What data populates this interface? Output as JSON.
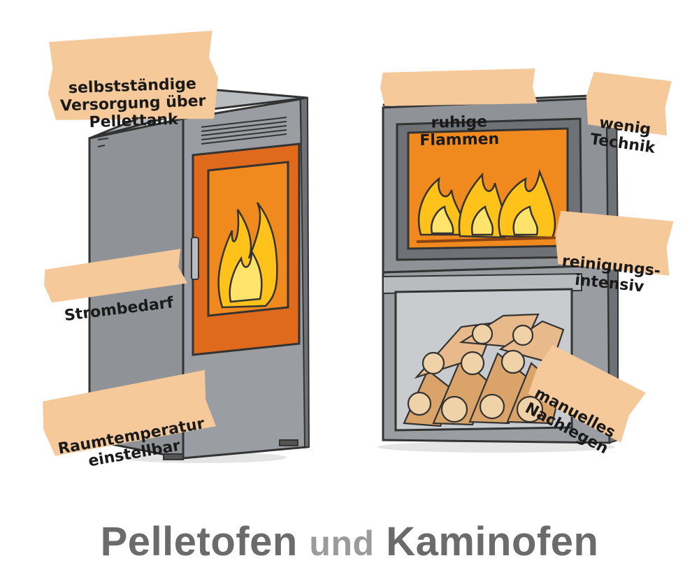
{
  "colors": {
    "tag": "#f5c99a",
    "steel": "#8f9397",
    "steel_light": "#b8bcbf",
    "frame": "#6e7276",
    "orange": "#e06a1c",
    "fire_bg": "#f08a1e",
    "flame_yellow": "#ffd21f",
    "wood": "#d9a36a",
    "title": "#6b6b6b",
    "title_light": "#9b9b9b"
  },
  "left_stove": {
    "labels": {
      "pellet_tank": "selbstständige\nVersorgung über\nPellettank",
      "power": "Strombedarf",
      "room_temp": "Raumtemperatur\neinstellbar"
    }
  },
  "right_stove": {
    "labels": {
      "calm_flames": "ruhige Flammen",
      "little_tech": "wenig\nTechnik",
      "cleaning": "reinigungs-\nintensiv",
      "manual": "manuelles\nNachlegen"
    }
  },
  "title": {
    "part1": "Pelletofen",
    "connector": "und",
    "part2": "Kaminofen"
  }
}
